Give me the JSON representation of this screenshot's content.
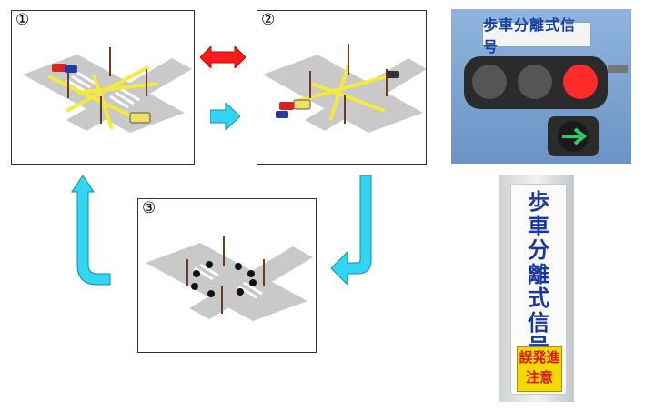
{
  "panels": [
    {
      "number": "①"
    },
    {
      "number": "②"
    },
    {
      "number": "③"
    }
  ],
  "photo_signal": {
    "sign_text": "歩車分離式信号",
    "lamps": [
      "off",
      "off",
      "red"
    ],
    "arrow_color": "#2ecc71"
  },
  "photo_pole": {
    "sign_text": [
      "歩",
      "車",
      "分",
      "離",
      "式",
      "信",
      "号"
    ],
    "warning_lines": [
      "誤発進",
      "注意"
    ]
  },
  "colors": {
    "road": "#c9c9c9",
    "crosswalk": "#ffffff",
    "arrow_yellow": "#f5ea3a",
    "arrow_red": "#ff1a1a",
    "arrow_cyan": "#33d6f2",
    "sky": "#7ea6d4"
  }
}
